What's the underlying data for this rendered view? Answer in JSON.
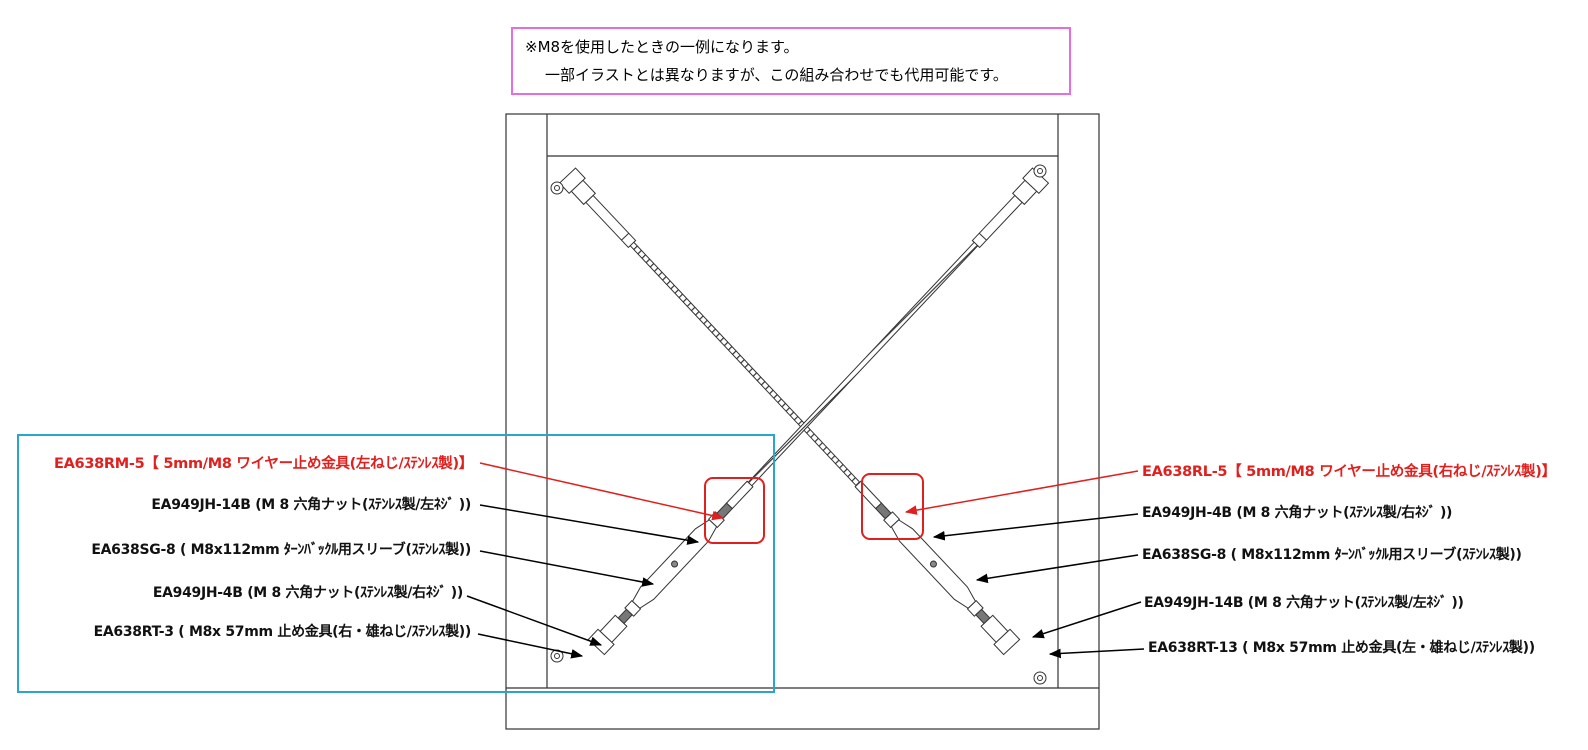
{
  "note": {
    "line1": "※M8を使用したときの一例になります。",
    "line2": "一部イラストとは異なりますが、この組み合わせでも代用可能です。"
  },
  "left_labels": [
    {
      "key": "wire_end",
      "text": "EA638RM-5【 5mm/M8 ワイヤー止め金具(左ねじ/ｽﾃﾝﾚｽ製)】",
      "highlight": true
    },
    {
      "key": "nut_top",
      "text": "EA949JH-14B (M 8 六角ナット(ｽﾃﾝﾚｽ製/左ﾈｼﾞ ))",
      "highlight": false
    },
    {
      "key": "sleeve",
      "text": "EA638SG-8 ( M8x112mm ﾀｰﾝﾊﾞｯｸﾙ用スリーブ(ｽﾃﾝﾚｽ製))",
      "highlight": false
    },
    {
      "key": "nut_bottom",
      "text": "EA949JH-4B (M 8 六角ナット(ｽﾃﾝﾚｽ製/右ﾈｼﾞ ))",
      "highlight": false
    },
    {
      "key": "clevis",
      "text": "EA638RT-3 ( M8x 57mm 止め金具(右・雄ねじ/ｽﾃﾝﾚｽ製))",
      "highlight": false
    }
  ],
  "right_labels": [
    {
      "key": "wire_end",
      "text": "EA638RL-5【 5mm/M8 ワイヤー止め金具(右ねじ/ｽﾃﾝﾚｽ製)】",
      "highlight": true
    },
    {
      "key": "nut_top",
      "text": "EA949JH-4B (M 8 六角ナット(ｽﾃﾝﾚｽ製/右ﾈｼﾞ ))",
      "highlight": false
    },
    {
      "key": "sleeve",
      "text": "EA638SG-8 ( M8x112mm ﾀｰﾝﾊﾞｯｸﾙ用スリーブ(ｽﾃﾝﾚｽ製))",
      "highlight": false
    },
    {
      "key": "nut_bottom",
      "text": "EA949JH-14B (M 8 六角ナット(ｽﾃﾝﾚｽ製/左ﾈｼﾞ ))",
      "highlight": false
    },
    {
      "key": "clevis",
      "text": "EA638RT-13 ( M8x 57mm 止め金具(左・雄ねじ/ｽﾃﾝﾚｽ製))",
      "highlight": false
    }
  ],
  "colors": {
    "note_border": "#e36ee0",
    "callout_box": "#2aa6c9",
    "highlight": "#e0201e",
    "line": "#000000"
  }
}
